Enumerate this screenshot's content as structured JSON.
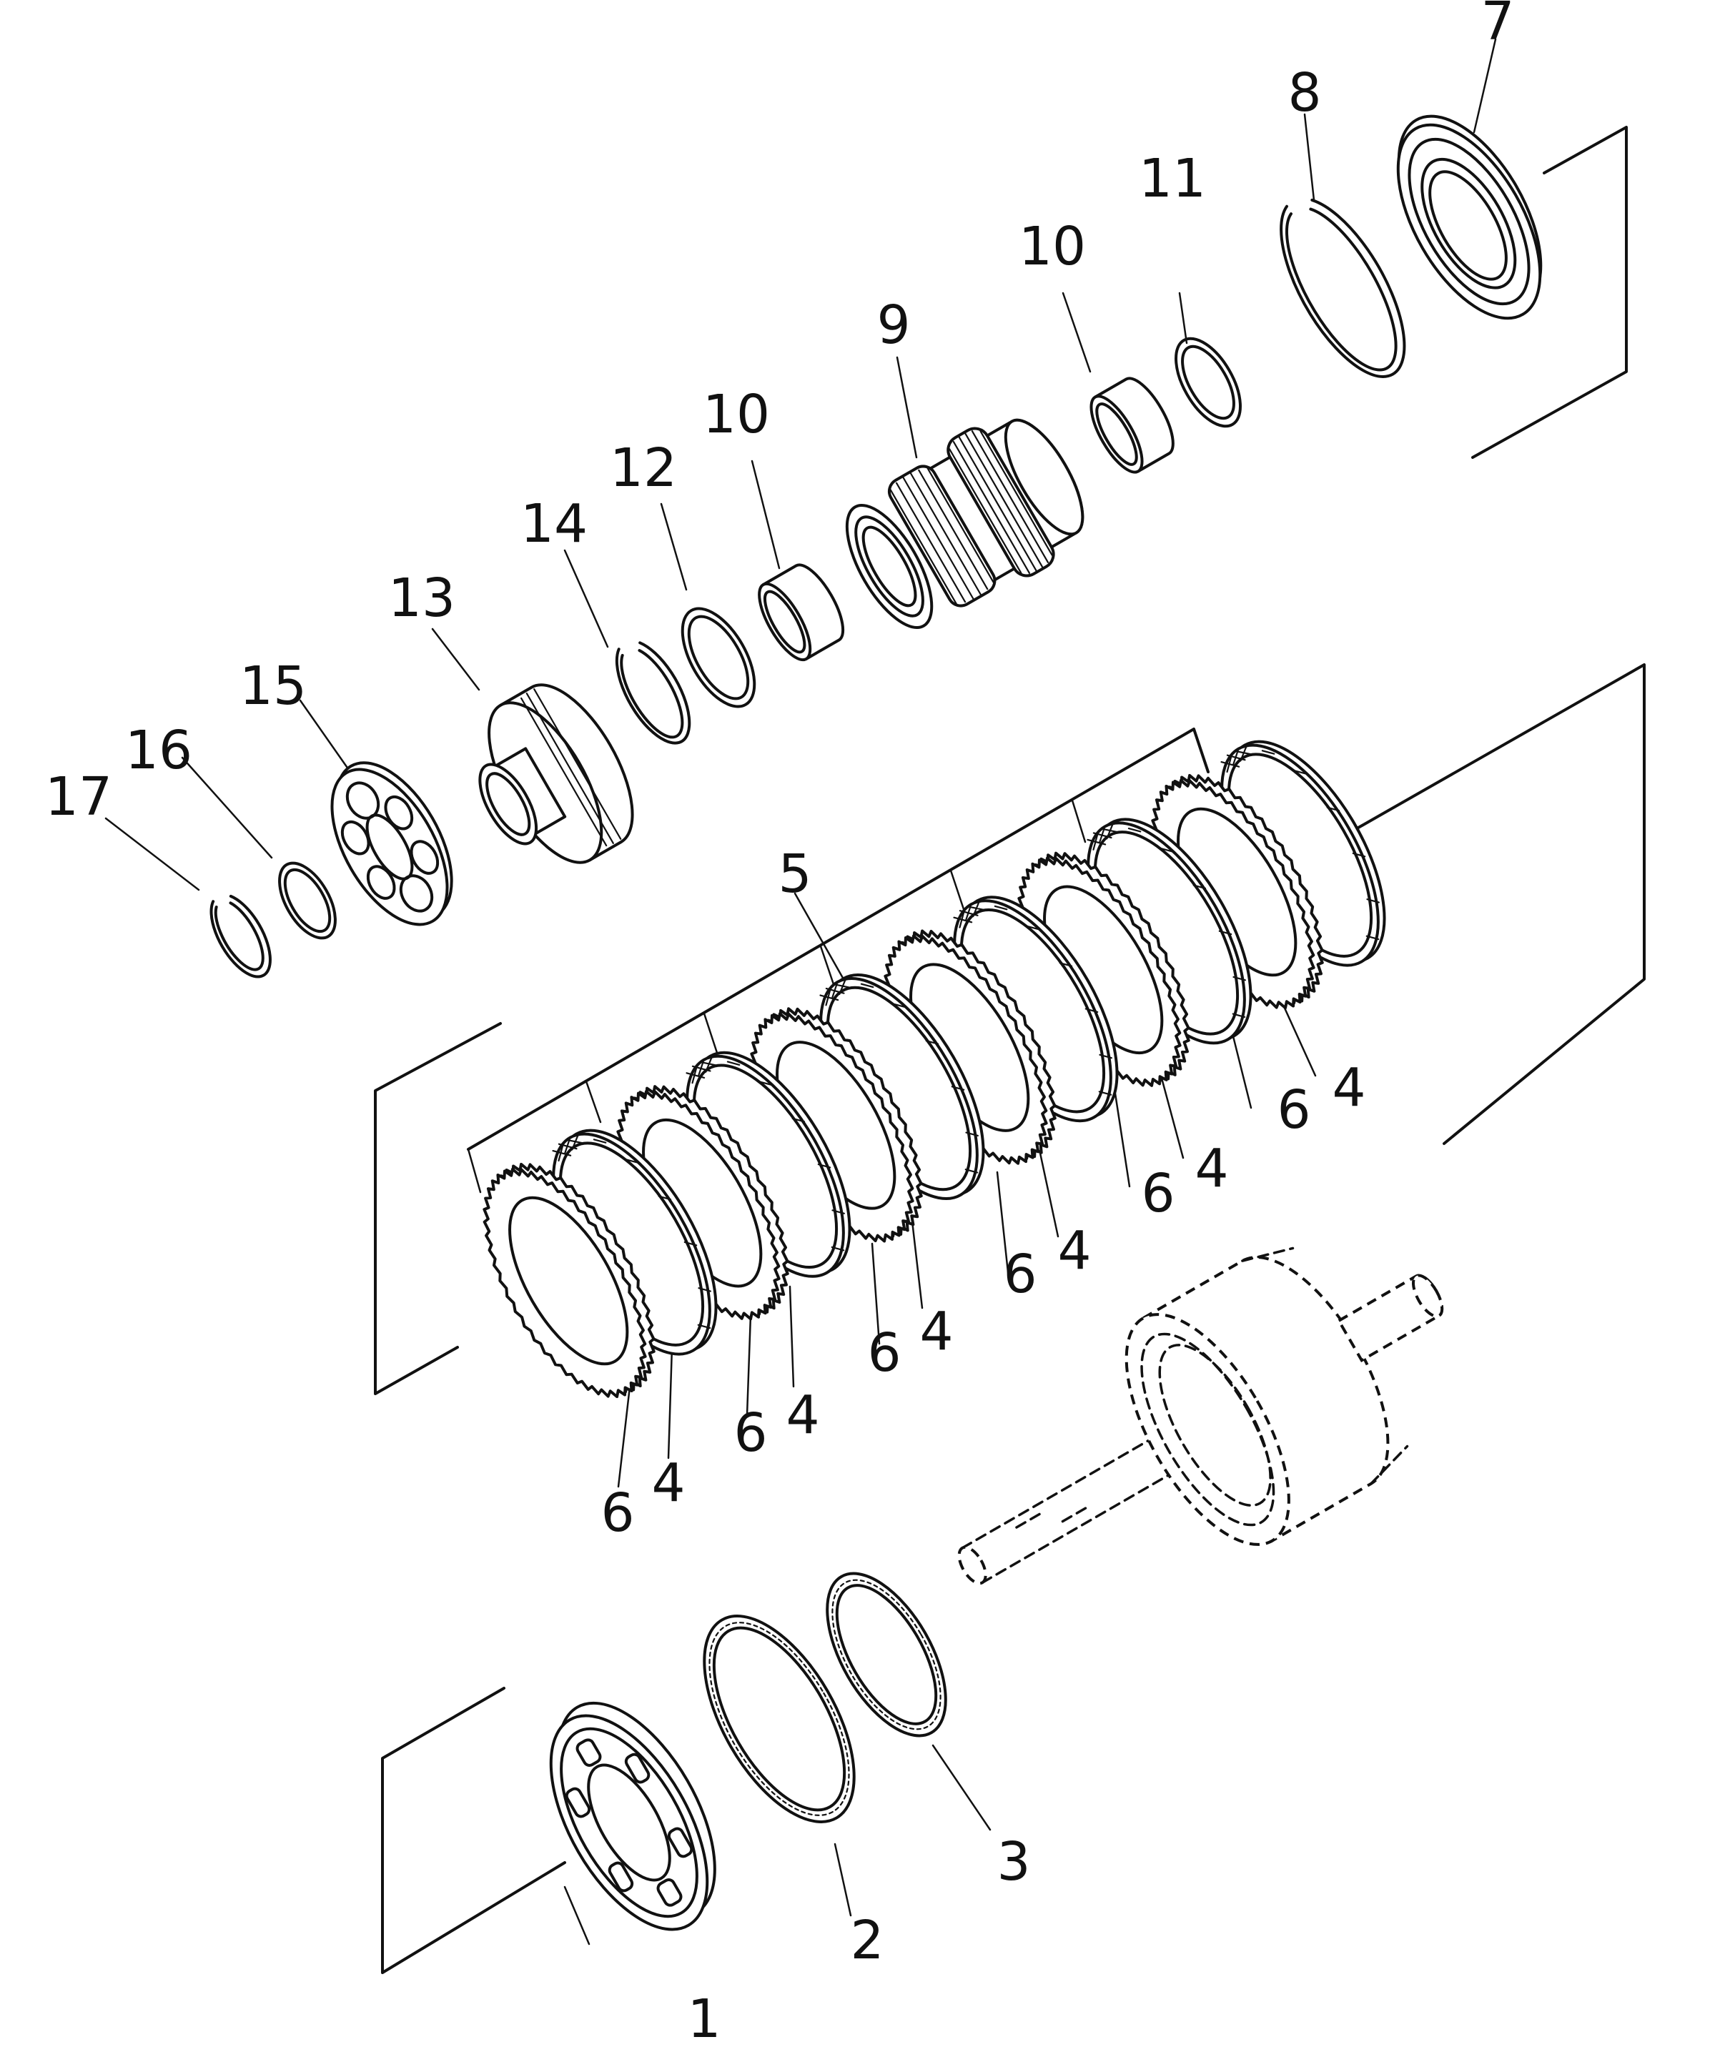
{
  "callouts": {
    "c1": "1",
    "c2": "2",
    "c3": "3",
    "c4a": "4",
    "c4b": "4",
    "c4c": "4",
    "c4d": "4",
    "c4e": "4",
    "c4f": "4",
    "c5": "5",
    "c6a": "6",
    "c6b": "6",
    "c6c": "6",
    "c6d": "6",
    "c6e": "6",
    "c6f": "6",
    "c7": "7",
    "c8": "8",
    "c9": "9",
    "c10a": "10",
    "c10b": "10",
    "c11": "11",
    "c12": "12",
    "c13": "13",
    "c14": "14",
    "c15": "15",
    "c16": "16",
    "c17": "17"
  }
}
